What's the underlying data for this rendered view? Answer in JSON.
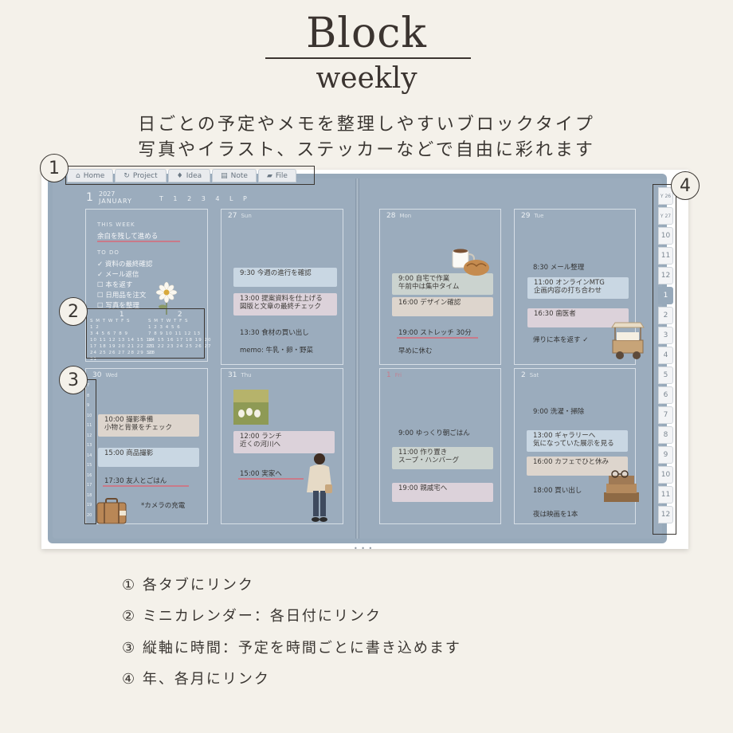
{
  "title": {
    "main": "Block",
    "sub": "weekly"
  },
  "description": {
    "line1": "日ごとの予定やメモを整理しやすいブロックタイプ",
    "line2": "写真やイラスト、ステッカーなどで自由に彩れます"
  },
  "tabs": [
    {
      "label": "Home",
      "icon": "home-icon"
    },
    {
      "label": "Project",
      "icon": "refresh-icon"
    },
    {
      "label": "Idea",
      "icon": "bulb-icon"
    },
    {
      "label": "Note",
      "icon": "clipboard-icon"
    },
    {
      "label": "File",
      "icon": "folder-icon"
    }
  ],
  "header": {
    "month_number": "1",
    "year": "2027",
    "month_name": "JANUARY",
    "quarters": "T 1 2 3 4 L P"
  },
  "week_panel": {
    "this_week_label": "THIS WEEK",
    "this_week_goal": "余白を残して進める",
    "todo_label": "TO DO",
    "todos": [
      "✓ 資料の最終確認",
      "✓ メール返信",
      "☐ 本を返す",
      "☐ 日用品を注文",
      "☐ 写真を整理"
    ]
  },
  "mini_calendars": [
    {
      "month": "1",
      "weekdays": "S M T W T F S",
      "rows": [
        "          1  2",
        " 3  4  5  6  7  8  9",
        "10 11 12 13 14 15 16",
        "17 18 19 20 21 22 23",
        "24 25 26 27 28 29 30",
        "31"
      ]
    },
    {
      "month": "2",
      "weekdays": "S M T W T F S",
      "rows": [
        "    1  2  3  4  5  6",
        " 7  8  9 10 11 12 13",
        "14 15 16 17 18 19 20",
        "21 22 23 24 25 26 27",
        "28"
      ]
    }
  ],
  "days": [
    {
      "num": "27",
      "dow": "Sun",
      "events": [
        {
          "time": "9:30",
          "text": "今週の進行を確認",
          "color": "blue"
        },
        {
          "time": "13:00",
          "text": "提案資料を仕上げる",
          "text2": "図版と文章の最終チェック",
          "color": "pink"
        }
      ],
      "notes": [
        {
          "text": "13:30  食材の買い出し"
        },
        {
          "text": "memo: 牛乳・卵・野菜"
        }
      ]
    },
    {
      "num": "28",
      "dow": "Mon",
      "events": [
        {
          "time": "9:00",
          "text": "自宅で作業",
          "text2": "午前中は集中タイム",
          "color": "sage"
        },
        {
          "time": "16:00",
          "text": "デザイン確認",
          "color": "beige"
        }
      ],
      "notes": [
        {
          "text": "19:00  ストレッチ 30分"
        },
        {
          "text": "早めに休む"
        }
      ]
    },
    {
      "num": "29",
      "dow": "Tue",
      "events": [
        {
          "time": "11:00",
          "text": "オンラインMTG",
          "text2": "企画内容の打ち合わせ",
          "color": "blue"
        },
        {
          "time": "16:30",
          "text": "歯医者",
          "color": "pink"
        }
      ],
      "notes": [
        {
          "text": "8:30  メール整理"
        },
        {
          "text": "帰りに本を返す  ✓"
        }
      ]
    },
    {
      "num": "30",
      "dow": "Wed",
      "events": [
        {
          "time": "10:00",
          "text": "撮影準備",
          "text2": "小物と背景をチェック",
          "color": "beige"
        },
        {
          "time": "15:00",
          "text": "商品撮影",
          "color": "blue"
        }
      ],
      "notes": [
        {
          "text": "17:30  友人とごはん"
        },
        {
          "text": "*カメラの充電"
        }
      ]
    },
    {
      "num": "31",
      "dow": "Thu",
      "events": [
        {
          "time": "12:00",
          "text": "ランチ",
          "text2": "近くの河川へ",
          "color": "pink"
        }
      ],
      "notes": [
        {
          "text": "15:00  実家へ"
        }
      ]
    },
    {
      "num": "1",
      "dow": "Fri",
      "events": [
        {
          "time": "11:00",
          "text": "作り置き",
          "text2": "スープ・ハンバーグ",
          "color": "sage"
        },
        {
          "time": "19:00",
          "text": "親戚宅へ",
          "color": "pink"
        }
      ],
      "notes": [
        {
          "text": "9:00  ゆっくり朝ごはん"
        }
      ]
    },
    {
      "num": "2",
      "dow": "Sat",
      "events": [
        {
          "time": "13:00",
          "text": "ギャラリーへ",
          "text2": "気になっていた展示を見る",
          "color": "blue"
        },
        {
          "time": "16:00",
          "text": "カフェでひと休み",
          "color": "beige"
        }
      ],
      "notes": [
        {
          "text": "9:00  洗濯・掃除"
        },
        {
          "text": "18:00  買い出し"
        },
        {
          "text": "夜は映画を1本"
        }
      ]
    }
  ],
  "hour_ticks": [
    "7",
    "8",
    "9",
    "10",
    "11",
    "12",
    "13",
    "14",
    "15",
    "16",
    "17",
    "18",
    "19",
    "20"
  ],
  "side_tabs": [
    {
      "label": "Y 26",
      "kind": "year"
    },
    {
      "label": "Y 27",
      "kind": "year"
    },
    {
      "label": "10"
    },
    {
      "label": "11"
    },
    {
      "label": "12"
    },
    {
      "label": "1",
      "active": true
    },
    {
      "label": "2"
    },
    {
      "label": "3"
    },
    {
      "label": "4"
    },
    {
      "label": "5"
    },
    {
      "label": "6"
    },
    {
      "label": "7"
    },
    {
      "label": "8"
    },
    {
      "label": "9"
    },
    {
      "label": "10"
    },
    {
      "label": "11"
    },
    {
      "label": "12"
    }
  ],
  "annotations": {
    "a1": "1",
    "a2": "2",
    "a3": "3",
    "a4": "4"
  },
  "footer": {
    "item1": "① 各タブにリンク",
    "item2": "② ミニカレンダー：各日付にリンク",
    "item3": "③ 縦軸に時間：予定を時間ごとに書き込めます",
    "item4": "④ 年、各月にリンク"
  },
  "colors": {
    "page": "#9bacbd",
    "blue": "#c9d7e3",
    "pink": "#dcd2da",
    "sage": "#cbd3cf",
    "beige": "#ddd5cd",
    "accent": "#c97a89"
  }
}
